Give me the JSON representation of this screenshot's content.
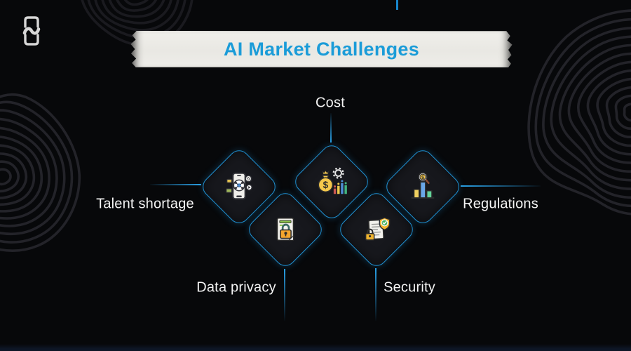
{
  "banner": {
    "title": "AI Market Challenges"
  },
  "brand": {
    "logo_icon": "n-swoosh-logo"
  },
  "diagram": {
    "nodes": [
      {
        "id": "cost",
        "label": "Cost",
        "icon": "money-bag-gear-bar-chart-icon",
        "label_position": "top"
      },
      {
        "id": "talent-shortage",
        "label": "Talent shortage",
        "icon": "smartphone-network-icon",
        "label_position": "left"
      },
      {
        "id": "regulations",
        "label": "Regulations",
        "icon": "bar-chart-magnifier-coin-icon",
        "label_position": "right"
      },
      {
        "id": "data-privacy",
        "label": "Data privacy",
        "icon": "document-padlock-icon",
        "label_position": "bottom"
      },
      {
        "id": "security",
        "label": "Security",
        "icon": "document-shield-check-padlock-icon",
        "label_position": "bottom"
      }
    ]
  },
  "colors": {
    "background": "#07080a",
    "title_blue": "#1b9cd8",
    "connector_blue": "#2aa2e8",
    "tile_border_blue": "#1f8fd0",
    "tile_fill": "#17181d",
    "label_text": "#f4f4f4",
    "banner_paper": "#ecebe7",
    "contour_line": "#232329"
  }
}
